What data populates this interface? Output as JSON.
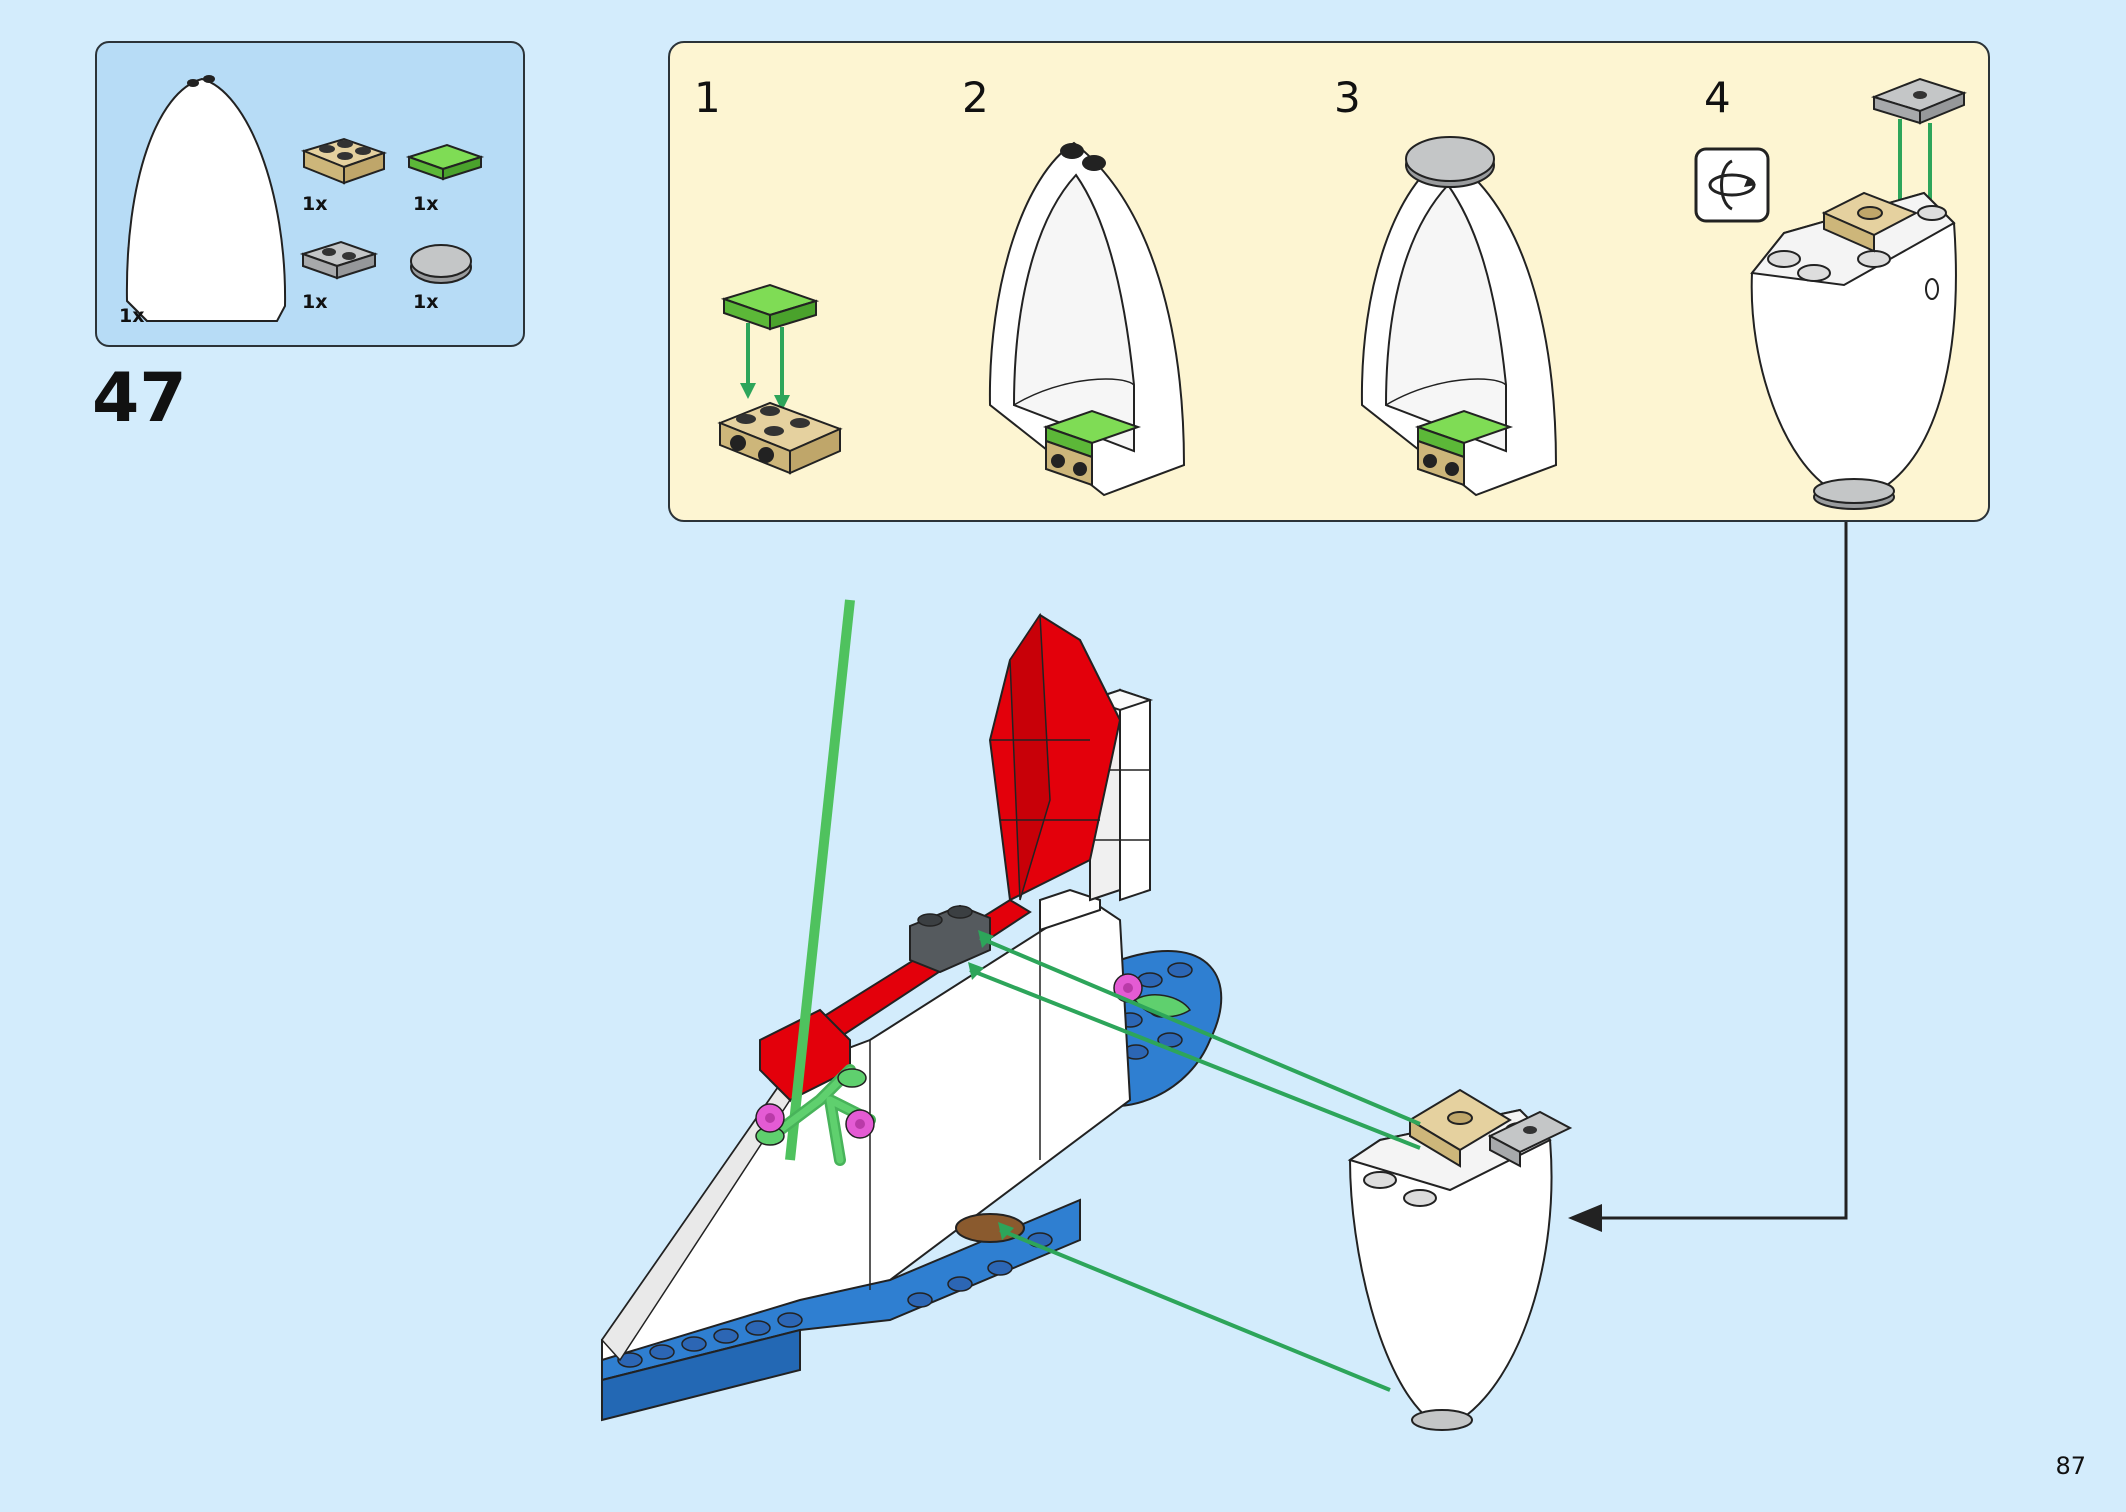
{
  "parts_list": {
    "items": [
      {
        "name": "white-cone-piece",
        "qty": "1x",
        "color": "#ffffff"
      },
      {
        "name": "tan-plate-with-studs",
        "qty": "1x",
        "color": "#dcc68e"
      },
      {
        "name": "green-tile",
        "qty": "1x",
        "color": "#6fd045"
      },
      {
        "name": "gray-plate-with-stud",
        "qty": "1x",
        "color": "#b5b7b8"
      },
      {
        "name": "gray-round-tile",
        "qty": "1x",
        "color": "#b5b7b8"
      }
    ]
  },
  "step": {
    "number": "47"
  },
  "substeps": [
    {
      "number": "1"
    },
    {
      "number": "2"
    },
    {
      "number": "3"
    },
    {
      "number": "4",
      "icon": "rotate-icon"
    }
  ],
  "page": {
    "number": "87"
  },
  "colors": {
    "background": "#d3ecfc",
    "parts_box": "#b7dcf6",
    "substeps_box": "#fdf5d2",
    "arrow_green": "#2da55a",
    "red": "#e3000b",
    "blue": "#2f7fd1",
    "white": "#ffffff",
    "green": "#6fd045",
    "tan": "#dcc68e",
    "gray": "#b5b7b8",
    "dark_gray": "#555a5e",
    "pink": "#e45bd4"
  }
}
